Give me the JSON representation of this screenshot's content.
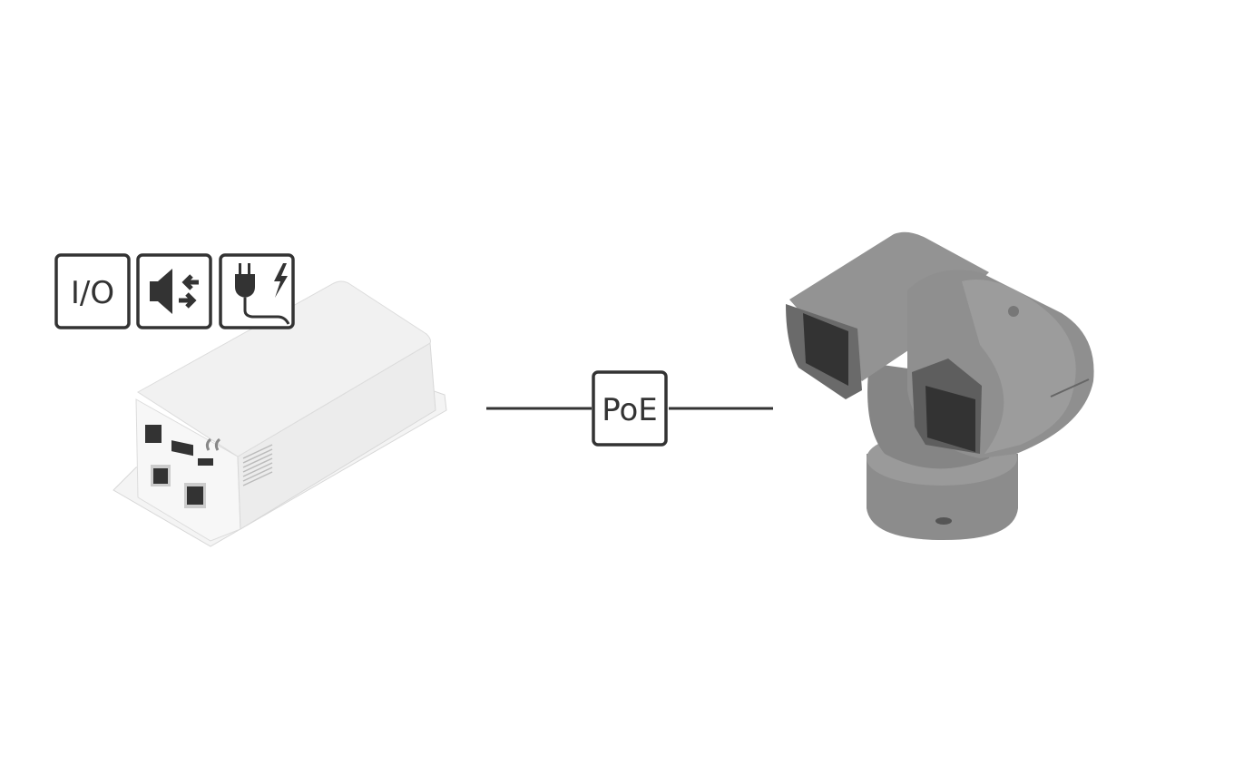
{
  "diagram": {
    "midspan": {
      "icons": [
        {
          "name": "io-icon",
          "label": "I/O"
        },
        {
          "name": "audio-icon"
        },
        {
          "name": "power-icon"
        }
      ]
    },
    "connection": {
      "label": "PoE"
    },
    "camera": {
      "type": "ptz-camera"
    },
    "colors": {
      "stroke": "#333333",
      "midspan": "#f2f2f2",
      "camera": "#8a8a8a"
    }
  }
}
